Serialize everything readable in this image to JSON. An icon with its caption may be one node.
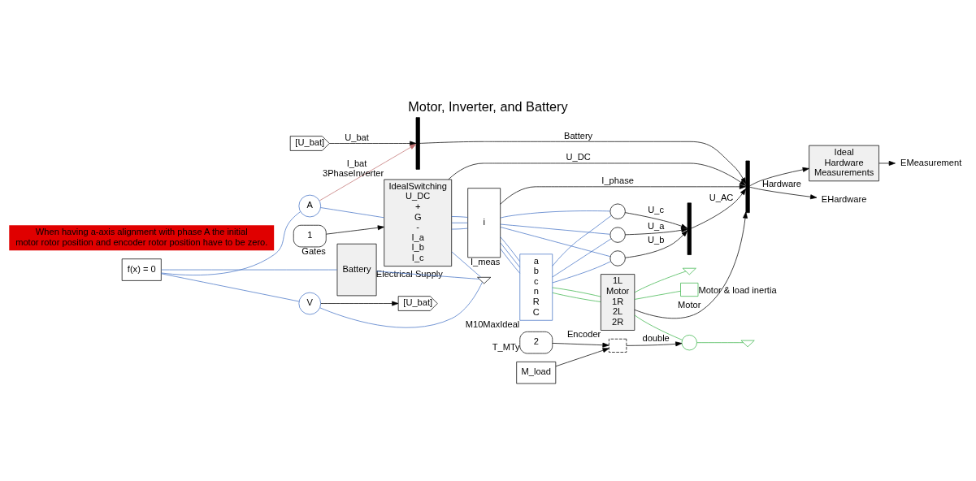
{
  "diagram": {
    "title": "Motor, Inverter, and Battery",
    "nodes": [
      {
        "text": [
          "Ideal",
          "Hardware",
          "Measurements"
        ]
      },
      {
        "text": [
          "EMeasurement"
        ]
      },
      {
        "text": [
          "EHardware"
        ]
      },
      {
        "text": [],
        "shape": "bar"
      },
      {
        "text": [],
        "shape": "bar"
      },
      {
        "text": [
          "[U_bat]"
        ]
      },
      {
        "text": [
          "f(x) = 0"
        ]
      },
      {
        "text": [
          "A"
        ]
      },
      {
        "text": [
          "V"
        ]
      },
      {
        "text": [
          "[U_bat]"
        ]
      },
      {
        "text": [
          "Battery"
        ],
        "beside": [
          "Electrical Supply"
        ]
      },
      {
        "text": [],
        "shape": "ground"
      },
      {
        "text": [
          "1"
        ],
        "beside": [
          "Gates"
        ]
      },
      {
        "text": [
          "IdealSwitching",
          "U_DC",
          "+",
          "G",
          "-",
          "I_a",
          "I_b",
          "I_c"
        ],
        "beside": [
          "3PhaseInverter"
        ]
      },
      {
        "text": [
          "i"
        ],
        "beside": [
          "I_meas"
        ]
      },
      {
        "text": [
          "a",
          "b",
          "c",
          "n",
          "R",
          "C"
        ],
        "beside": [
          "M10MaxIdeal"
        ]
      },
      {
        "text": [
          "1L",
          "Motor",
          "1R",
          "2L",
          "2R"
        ],
        "beside": [
          "Encoder"
        ]
      },
      {
        "text": [],
        "shape": "ground"
      },
      {
        "text": [],
        "shape": "circle"
      },
      {
        "text": [],
        "shape": "box",
        "beside": [
          "Motor & load inertia"
        ]
      },
      {
        "text": [],
        "shape": "ground"
      },
      {
        "text": [],
        "shape": "switch"
      },
      {
        "text": [
          "2"
        ],
        "beside": [
          "T_MTy"
        ]
      },
      {
        "text": [
          "M_load"
        ]
      },
      {
        "text": [],
        "shape": "circle"
      },
      {
        "text": [],
        "shape": "circle"
      },
      {
        "text": [],
        "shape": "circle"
      },
      {
        "text": [],
        "shape": "bar"
      }
    ],
    "edges": [
      {
        "from": 0,
        "to": 1,
        "arrow": "to",
        "color": "#000000"
      },
      {
        "from": 3,
        "to": 0,
        "arrow": "to",
        "color": "#000000"
      },
      {
        "from": 3,
        "to": 2,
        "arrow": "to",
        "label": "Hardware",
        "color": "#000000"
      },
      {
        "from": 4,
        "to": 3,
        "arrow": "to",
        "label": "Battery",
        "color": "#000000"
      },
      {
        "from": 5,
        "to": 4,
        "arrow": "to",
        "label": "U_bat",
        "color": "#000000"
      },
      {
        "from": 7,
        "to": 4,
        "arrow": "to",
        "label": "I_bat",
        "color": "#c07070"
      },
      {
        "from": 13,
        "to": 3,
        "arrow": "to",
        "label": "U_DC",
        "color": "#000000"
      },
      {
        "from": 14,
        "to": 3,
        "arrow": "to",
        "label": "I_phase",
        "color": "#000000"
      },
      {
        "from": 16,
        "to": 3,
        "arrow": "to",
        "label": "Motor",
        "color": "#000000"
      },
      {
        "from": 27,
        "to": 3,
        "arrow": "to",
        "label": "U_AC",
        "color": "#000000"
      },
      {
        "from": 6,
        "to": 8,
        "arrow": "none",
        "color": "#4472c4"
      },
      {
        "from": 6,
        "to": 10,
        "arrow": "none",
        "color": "#4472c4"
      },
      {
        "from": 6,
        "to": 7,
        "arrow": "none",
        "color": "#4472c4"
      },
      {
        "from": 7,
        "to": 13,
        "arrow": "none",
        "color": "#4472c4"
      },
      {
        "from": 8,
        "to": 9,
        "arrow": "to",
        "color": "#000000"
      },
      {
        "from": 8,
        "to": 11,
        "arrow": "none",
        "color": "#4472c4"
      },
      {
        "from": 10,
        "to": 11,
        "arrow": "none",
        "color": "#4472c4"
      },
      {
        "from": 13,
        "to": 11,
        "arrow": "none",
        "color": "#4472c4"
      },
      {
        "from": 12,
        "to": 13,
        "arrow": "to",
        "color": "#000000"
      },
      {
        "from": 13,
        "to": 14,
        "arrow": "none",
        "color": "#4472c4"
      },
      {
        "from": 13,
        "to": 14,
        "arrow": "none",
        "color": "#4472c4"
      },
      {
        "from": 13,
        "to": 14,
        "arrow": "none",
        "color": "#4472c4"
      },
      {
        "from": 14,
        "to": 15,
        "arrow": "none",
        "color": "#4472c4"
      },
      {
        "from": 14,
        "to": 15,
        "arrow": "none",
        "color": "#4472c4"
      },
      {
        "from": 14,
        "to": 15,
        "arrow": "none",
        "color": "#4472c4"
      },
      {
        "from": 14,
        "to": 24,
        "arrow": "none",
        "color": "#4472c4"
      },
      {
        "from": 14,
        "to": 25,
        "arrow": "none",
        "color": "#4472c4"
      },
      {
        "from": 14,
        "to": 26,
        "arrow": "none",
        "color": "#4472c4"
      },
      {
        "from": 15,
        "to": 24,
        "arrow": "none",
        "color": "#4472c4"
      },
      {
        "from": 15,
        "to": 25,
        "arrow": "none",
        "color": "#4472c4"
      },
      {
        "from": 15,
        "to": 26,
        "arrow": "none",
        "color": "#4472c4"
      },
      {
        "from": 15,
        "to": 16,
        "arrow": "none",
        "color": "#3cb44b"
      },
      {
        "from": 15,
        "to": 16,
        "arrow": "none",
        "color": "#3cb44b"
      },
      {
        "from": 16,
        "to": 19,
        "arrow": "none",
        "color": "#3cb44b"
      },
      {
        "from": 16,
        "to": 18,
        "arrow": "none",
        "color": "#3cb44b"
      },
      {
        "from": 18,
        "to": 17,
        "arrow": "none",
        "color": "#3cb44b"
      },
      {
        "from": 16,
        "to": 20,
        "arrow": "none",
        "color": "#3cb44b"
      },
      {
        "from": 21,
        "to": 18,
        "arrow": "to",
        "label": "double",
        "color": "#000000"
      },
      {
        "from": 22,
        "to": 21,
        "arrow": "to",
        "color": "#000000"
      },
      {
        "from": 23,
        "to": 21,
        "arrow": "to",
        "color": "#000000"
      },
      {
        "from": 24,
        "to": 27,
        "arrow": "to",
        "label": "U_c",
        "color": "#000000"
      },
      {
        "from": 25,
        "to": 27,
        "arrow": "to",
        "label": "U_b",
        "color": "#000000"
      },
      {
        "from": 26,
        "to": 27,
        "arrow": "to",
        "label": "U_a",
        "color": "#000000"
      }
    ],
    "labels": [
      "When having a-axis alignment with phase A the initial motor rotor position and encoder rotor position have to be zero."
    ]
  }
}
